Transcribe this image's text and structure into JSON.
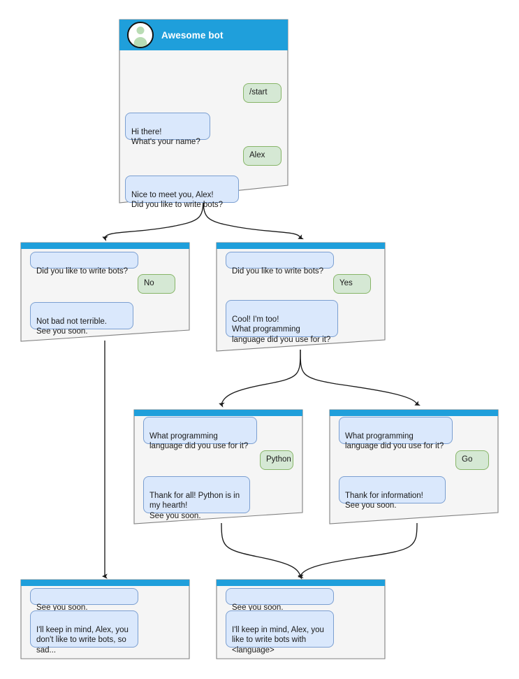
{
  "diagram": {
    "title": "Awesome bot conversation flow",
    "colors": {
      "header_blue": "#1f9fdb",
      "node_bg": "#f5f5f5",
      "node_border": "#808080",
      "bot_bubble_bg": "#dae8fc",
      "bot_bubble_border": "#7b9fd1",
      "user_bubble_bg": "#d5e8d4",
      "user_bubble_border": "#87b568",
      "edge": "#1a1a1a",
      "avatar_fill": "#b9dcb4"
    }
  },
  "root": {
    "title": "Awesome bot",
    "avatar_icon": "person-avatar-icon",
    "messages": [
      {
        "role": "user",
        "text": "/start"
      },
      {
        "role": "bot",
        "text": "Hi there!\nWhat's your name?"
      },
      {
        "role": "user",
        "text": "Alex"
      },
      {
        "role": "bot",
        "text": "Nice to meet you, Alex!\nDid you like to write bots?"
      }
    ]
  },
  "node_no": {
    "messages": [
      {
        "role": "bot",
        "text": "Did you like to write bots?"
      },
      {
        "role": "user",
        "text": "No"
      },
      {
        "role": "bot",
        "text": "Not bad not terrible.\nSee you soon."
      }
    ]
  },
  "node_yes": {
    "messages": [
      {
        "role": "bot",
        "text": "Did you like to write bots?"
      },
      {
        "role": "user",
        "text": "Yes"
      },
      {
        "role": "bot",
        "text": "Cool! I'm too!\nWhat programming\nlanguage did you use for it?"
      }
    ]
  },
  "node_python": {
    "messages": [
      {
        "role": "bot",
        "text": "What programming\nlanguage did you use for it?"
      },
      {
        "role": "user",
        "text": "Python"
      },
      {
        "role": "bot",
        "text": "Thank for all! Python is in\nmy hearth!\nSee you soon."
      }
    ]
  },
  "node_go": {
    "messages": [
      {
        "role": "bot",
        "text": "What programming\nlanguage did you use for it?"
      },
      {
        "role": "user",
        "text": "Go"
      },
      {
        "role": "bot",
        "text": "Thank for information!\nSee you soon."
      }
    ]
  },
  "node_end_sad": {
    "messages": [
      {
        "role": "bot",
        "text": "See you soon."
      },
      {
        "role": "bot",
        "text": "I'll keep in mind, Alex, you\ndon't like to write bots, so\nsad..."
      }
    ]
  },
  "node_end_happy": {
    "messages": [
      {
        "role": "bot",
        "text": "See you soon."
      },
      {
        "role": "bot",
        "text": "I'll keep in mind, Alex, you\nlike to write bots with\n<language>"
      }
    ]
  }
}
